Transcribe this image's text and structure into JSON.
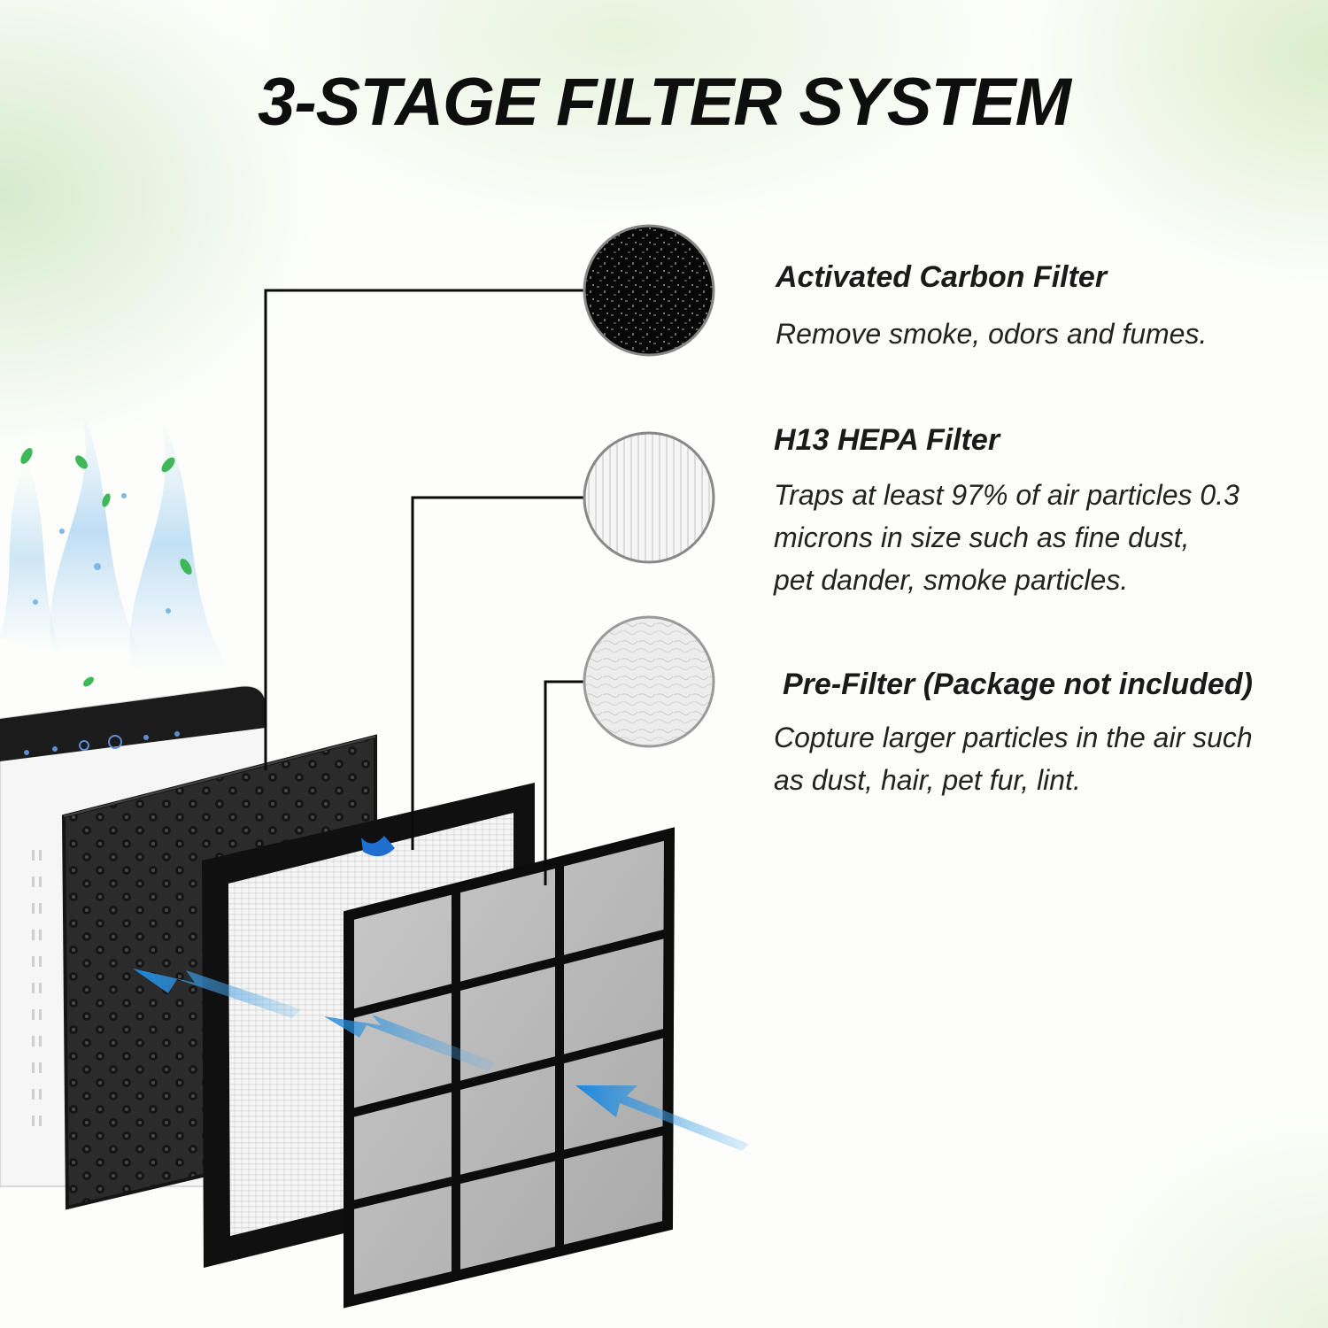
{
  "title": "3-STAGE FILTER SYSTEM",
  "colors": {
    "carbon": "#2a2a2a",
    "hepa_frame": "#111111",
    "pre_filter": "#c8c8c8",
    "airflow": "#2f9be3",
    "leaf": "#3fb85a"
  },
  "filters": [
    {
      "name": "Activated Carbon Filter",
      "description_lines": [
        "Remove smoke, odors and fumes."
      ],
      "swatch_icon": "carbon-texture-icon"
    },
    {
      "name": "H13 HEPA Filter",
      "description_lines": [
        "Traps at least 97% of air particles 0.3",
        "microns in size such as fine dust,",
        "pet dander, smoke particles."
      ],
      "swatch_icon": "pleated-hepa-icon"
    },
    {
      "name": "Pre-Filter (Package not included)",
      "description_lines": [
        "Copture larger particles in the air such",
        "as dust, hair, pet fur, lint."
      ],
      "swatch_icon": "pre-filter-texture-icon"
    }
  ]
}
